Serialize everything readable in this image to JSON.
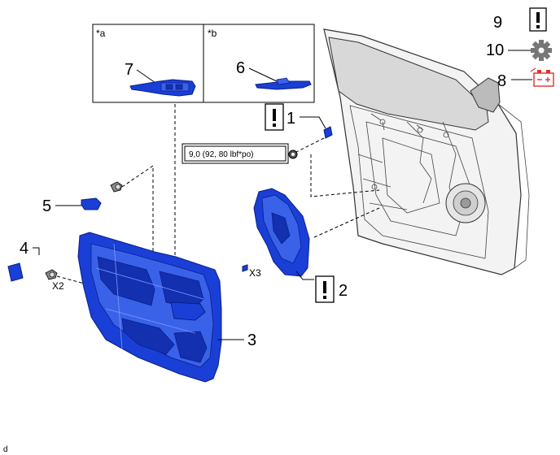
{
  "detail_a": {
    "label": "*a",
    "part": "7"
  },
  "detail_b": {
    "label": "*b",
    "part": "6"
  },
  "callouts": {
    "p1": "1",
    "p2": "2",
    "p3": "3",
    "p4": "4",
    "p5": "5",
    "p8": "8",
    "p9": "9",
    "p10": "10"
  },
  "torque_spec": "9,0 (92, 80 lbf*po)",
  "qty_x2": "X2",
  "qty_x3": "X3",
  "footer_code": "d",
  "colors": {
    "part_blue": "#1a3fd6",
    "battery_red": "#e03030",
    "gear_gray": "#777777"
  }
}
